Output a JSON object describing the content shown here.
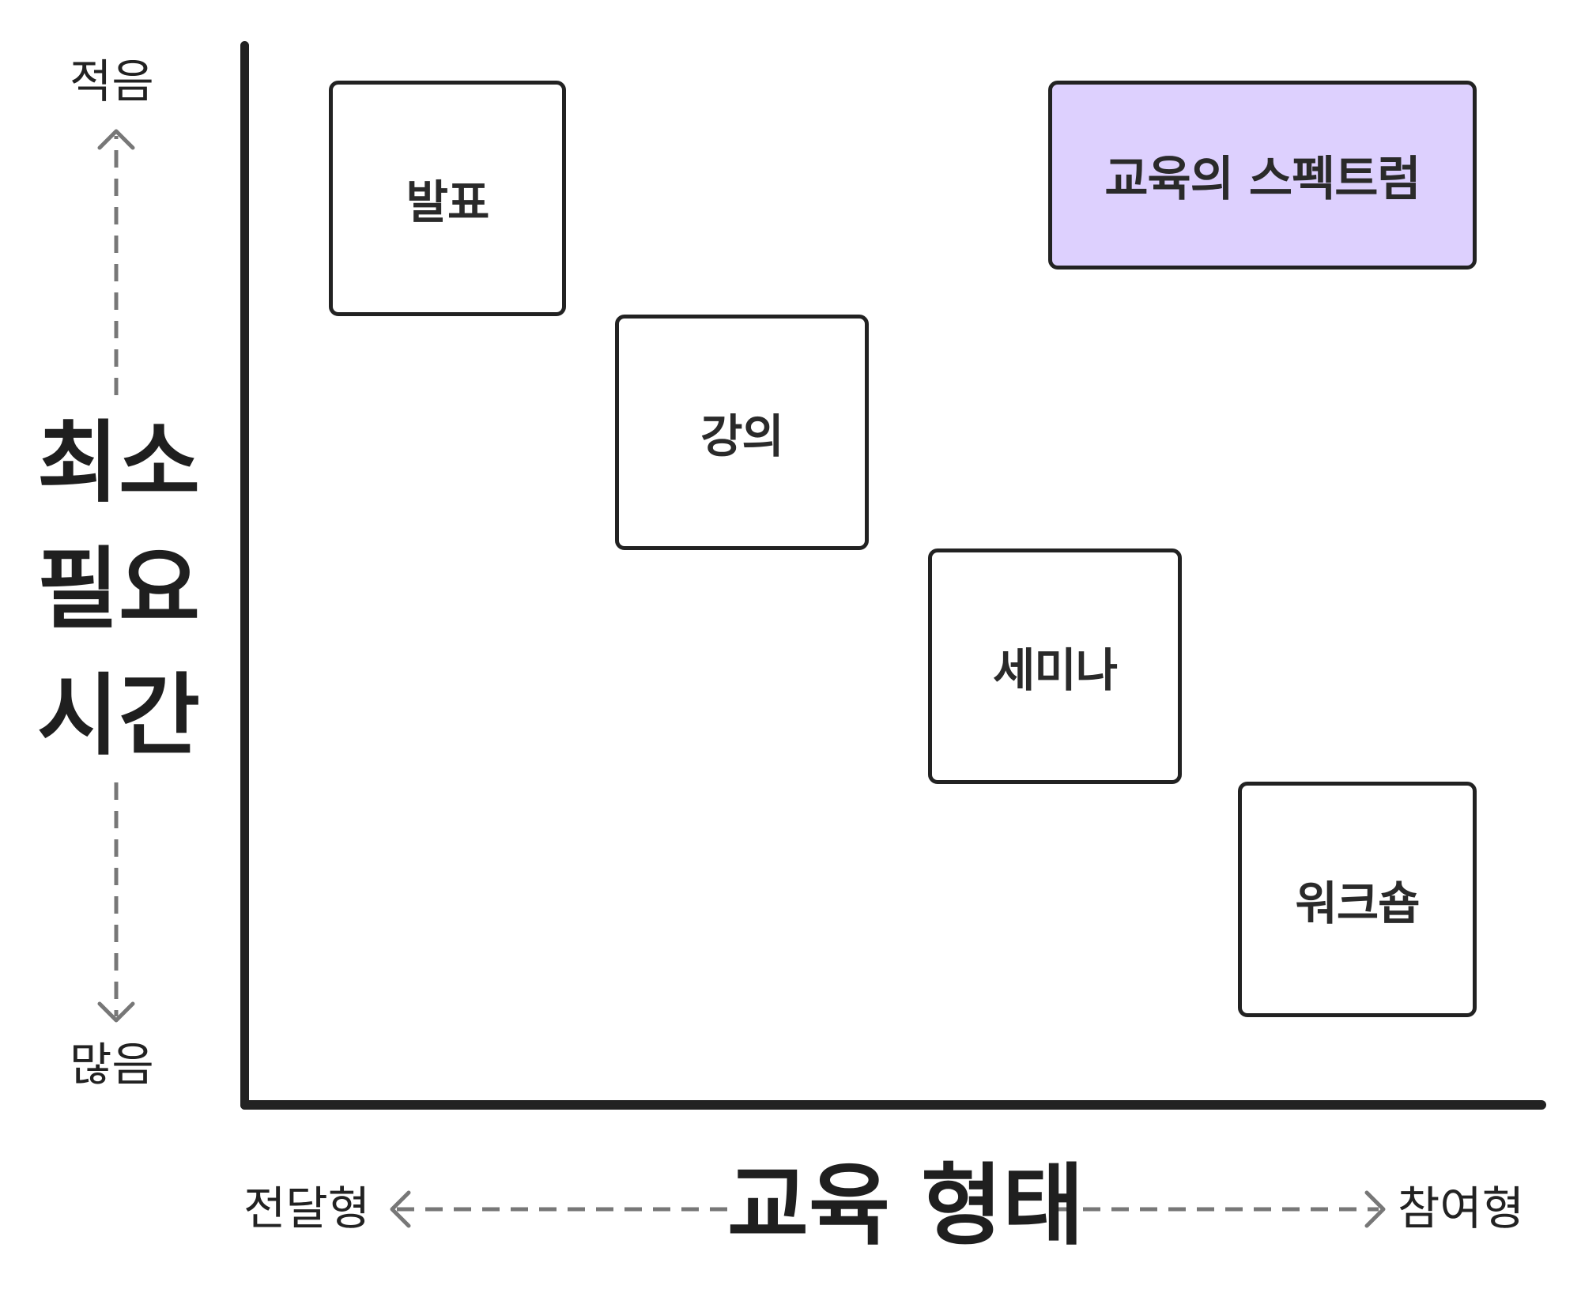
{
  "diagram": {
    "title_box": "교육의 스펙트럼",
    "y_axis": {
      "title_lines": [
        "최소",
        "필요",
        "시간"
      ],
      "top_label": "적음",
      "bottom_label": "많음"
    },
    "x_axis": {
      "title": "교육 형태",
      "left_label": "전달형",
      "right_label": "참여형"
    },
    "items": [
      "발표",
      "강의",
      "세미나",
      "워크숍"
    ],
    "colors": {
      "title_box_fill": "#ddd0fe",
      "stroke": "#222222",
      "arrow": "#777777"
    }
  }
}
